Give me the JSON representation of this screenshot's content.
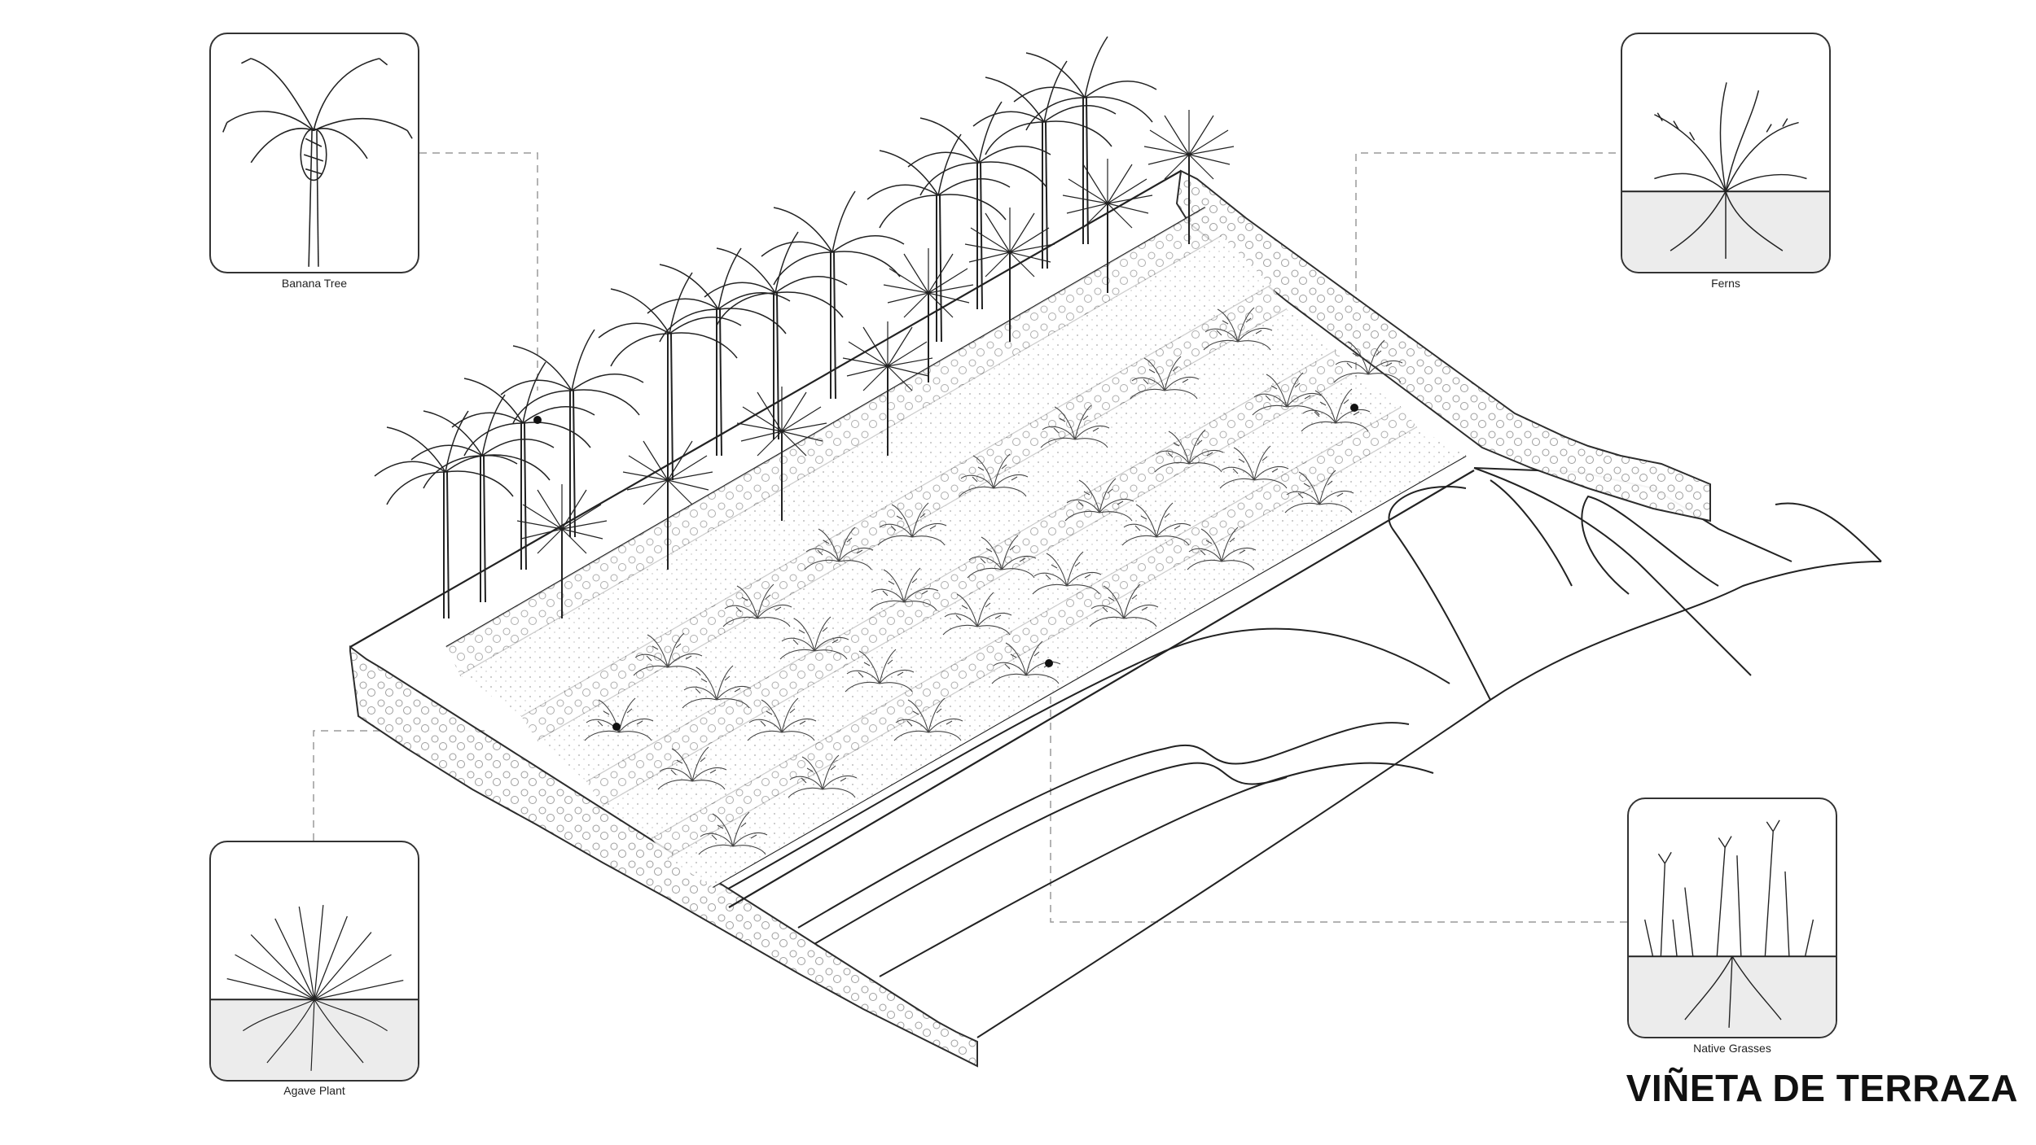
{
  "title": "VIÑETA DE TERRAZA",
  "plants": {
    "banana": {
      "label": "Banana Tree",
      "icon": "banana-tree-icon"
    },
    "ferns": {
      "label": "Ferns",
      "icon": "fern-icon"
    },
    "agave": {
      "label": "Agave Plant",
      "icon": "agave-icon"
    },
    "grasses": {
      "label": "Native Grasses",
      "icon": "native-grass-icon"
    }
  },
  "colors": {
    "line": "#222222",
    "leader": "#9a9a9a",
    "soil": "#d9d9d9"
  }
}
